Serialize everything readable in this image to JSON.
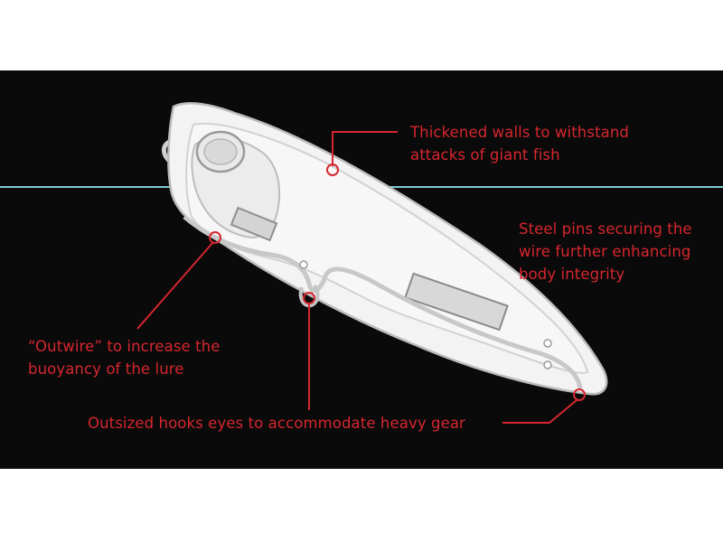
{
  "colors": {
    "panel_background": "#0a0a0a",
    "page_background": "#ffffff",
    "annotation_red": "#d6262f",
    "waterline_cyan": "#7ec9cf",
    "lure_body": "#f2f2f2",
    "lure_outline": "#bdbdbd"
  },
  "annotations": [
    {
      "id": "thickened-walls",
      "lines": [
        "Thickened walls to withstand",
        "attacks of giant fish"
      ]
    },
    {
      "id": "steel-pins",
      "lines": [
        "Steel pins securing the",
        "wire further enhancing",
        "body integrity"
      ]
    },
    {
      "id": "outwire",
      "lines": [
        "“Outwire” to increase the",
        "buoyancy of the lure"
      ]
    },
    {
      "id": "hook-eyes",
      "lines": [
        "Outsized hooks eyes to accommodate heavy gear"
      ]
    }
  ]
}
